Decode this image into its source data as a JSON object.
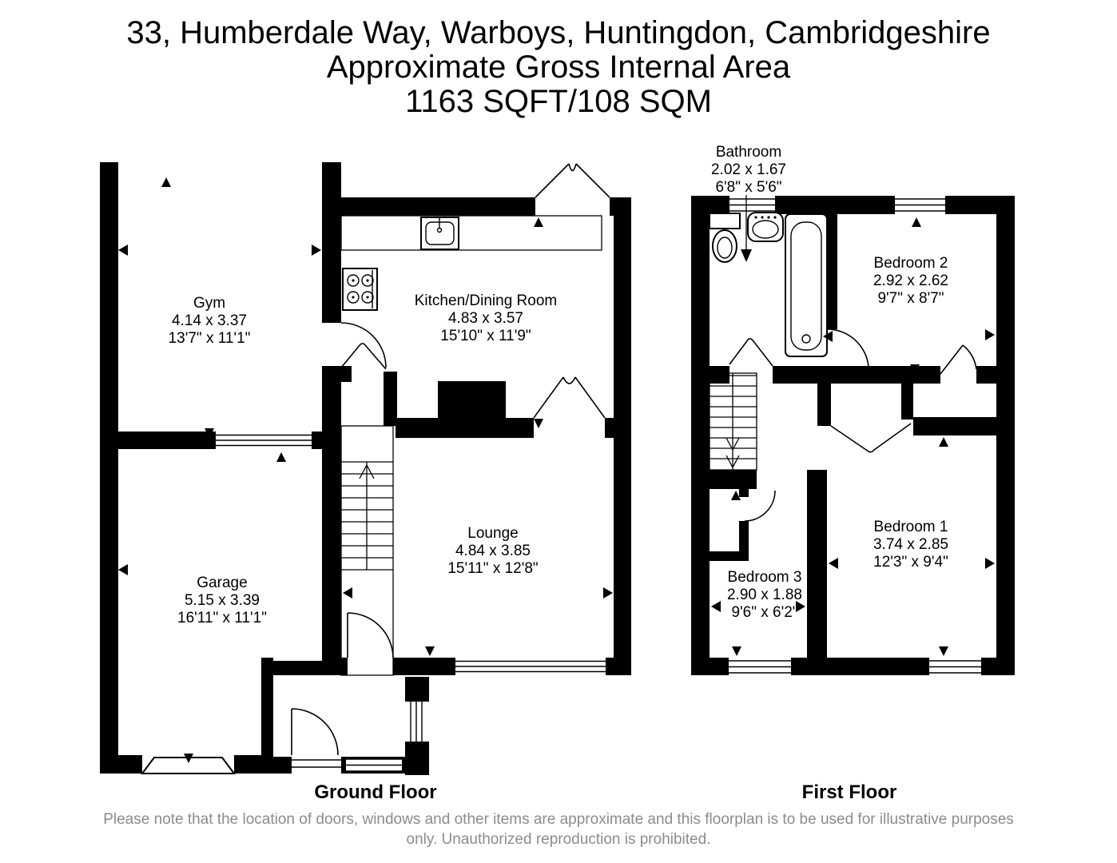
{
  "title": {
    "address": "33, Humberdale Way, Warboys, Huntingdon, Cambridgeshire",
    "subtitle": "Approximate Gross Internal Area",
    "area": "1163 SQFT/108 SQM"
  },
  "ground_floor": {
    "label": "Ground Floor",
    "rooms": [
      {
        "name": "Gym",
        "metric": "4.14 x 3.37",
        "imperial": "13'7\" x 11'1\""
      },
      {
        "name": "Kitchen/Dining Room",
        "metric": "4.83 x 3.57",
        "imperial": "15'10\" x 11'9\""
      },
      {
        "name": "Lounge",
        "metric": "4.84 x 3.85",
        "imperial": "15'11\" x 12'8\""
      },
      {
        "name": "Garage",
        "metric": "5.15 x 3.39",
        "imperial": "16'11\" x 11'1\""
      }
    ]
  },
  "first_floor": {
    "label": "First Floor",
    "rooms": [
      {
        "name": "Bathroom",
        "metric": "2.02 x 1.67",
        "imperial": "6'8\" x 5'6\""
      },
      {
        "name": "Bedroom 2",
        "metric": "2.92 x 2.62",
        "imperial": "9'7\" x 8'7\""
      },
      {
        "name": "Bedroom 1",
        "metric": "3.74 x 2.85",
        "imperial": "12'3\" x 9'4\""
      },
      {
        "name": "Bedroom 3",
        "metric": "2.90 x 1.88",
        "imperial": "9'6\" x 6'2\""
      }
    ]
  },
  "footer": {
    "note": "Please note that the location of doors, windows and other items are approximate and this floorplan is to be used for illustrative purposes only. Unauthorized reproduction is prohibited."
  },
  "colors": {
    "wall": "#000000",
    "background": "#ffffff",
    "note_text": "#8c8c8c"
  },
  "icons": {
    "sink": "sink-icon",
    "hob": "hob-icon",
    "toilet": "toilet-icon",
    "basin": "basin-icon",
    "bath": "bath-icon",
    "stairs_up": "stairs-up-icon",
    "stairs_down": "stairs-down-icon",
    "garage_door": "garage-door-icon",
    "front_door": "front-door-icon",
    "bathroom_pointer": "arrow-down-icon"
  }
}
